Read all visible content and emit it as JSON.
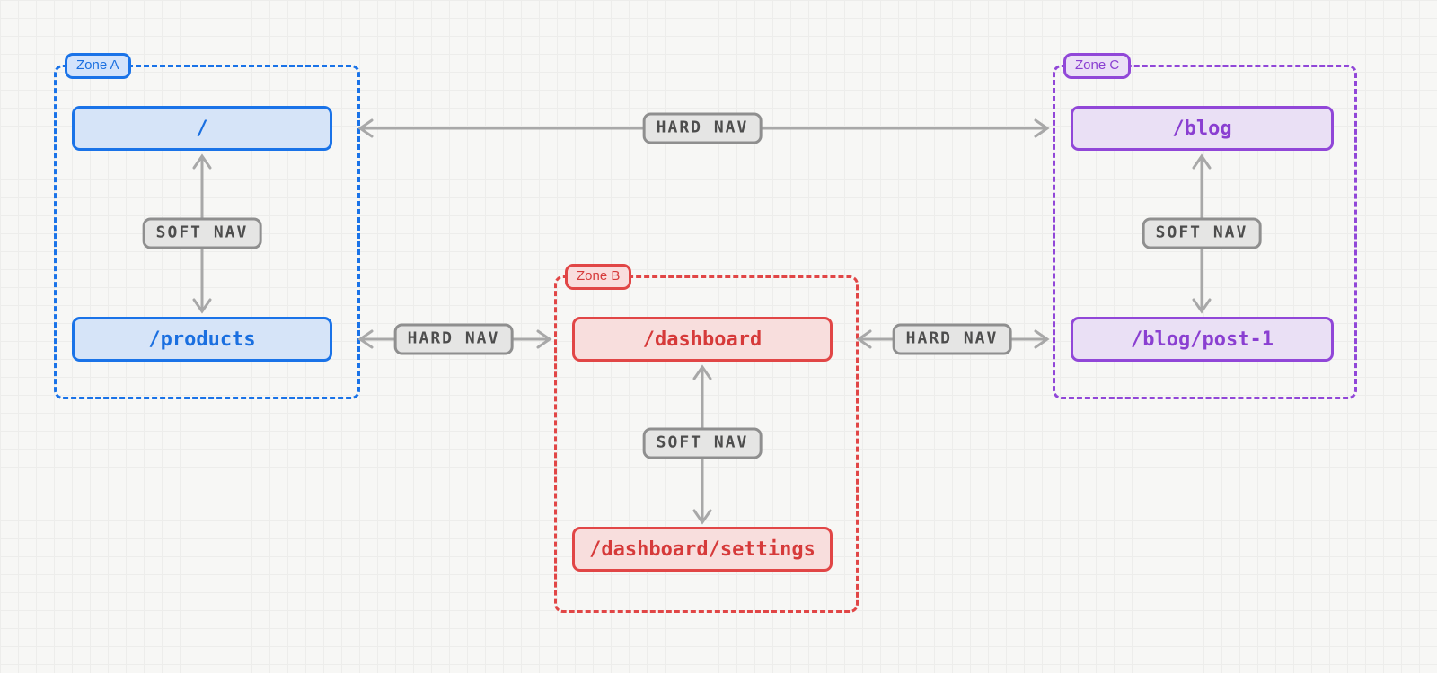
{
  "diagram": {
    "type": "route-zones-navigation",
    "zones": [
      {
        "label": "Zone A",
        "color": "#1a73e8",
        "fill": "#d6e4f8",
        "nodes": [
          {
            "label": "/"
          },
          {
            "label": "/products"
          }
        ],
        "internal_edge": {
          "label": "SOFT NAV",
          "type": "soft",
          "bidirectional": true,
          "from": "/",
          "to": "/products"
        }
      },
      {
        "label": "Zone B",
        "color": "#e14646",
        "fill": "#f8dedd",
        "nodes": [
          {
            "label": "/dashboard"
          },
          {
            "label": "/dashboard/settings"
          }
        ],
        "internal_edge": {
          "label": "SOFT NAV",
          "type": "soft",
          "bidirectional": true,
          "from": "/dashboard",
          "to": "/dashboard/settings"
        }
      },
      {
        "label": "Zone C",
        "color": "#9147d8",
        "fill": "#eae0f5",
        "nodes": [
          {
            "label": "/blog"
          },
          {
            "label": "/blog/post-1"
          }
        ],
        "internal_edge": {
          "label": "SOFT NAV",
          "type": "soft",
          "bidirectional": true,
          "from": "/blog",
          "to": "/blog/post-1"
        }
      }
    ],
    "edges": [
      {
        "label": "HARD NAV",
        "type": "hard",
        "bidirectional": true,
        "from": "/",
        "to": "/blog"
      },
      {
        "label": "HARD NAV",
        "type": "hard",
        "bidirectional": true,
        "from": "/products",
        "to": "/dashboard"
      },
      {
        "label": "HARD NAV",
        "type": "hard",
        "bidirectional": true,
        "from": "/dashboard",
        "to": "/blog/post-1"
      }
    ],
    "colors": {
      "background": "#f7f7f5",
      "grid_line": "#ededeb",
      "arrow": "#a8a8a8",
      "pill_fill": "#e5e5e4",
      "pill_border": "#8f8f8f",
      "pill_text": "#4d4d4d"
    }
  }
}
